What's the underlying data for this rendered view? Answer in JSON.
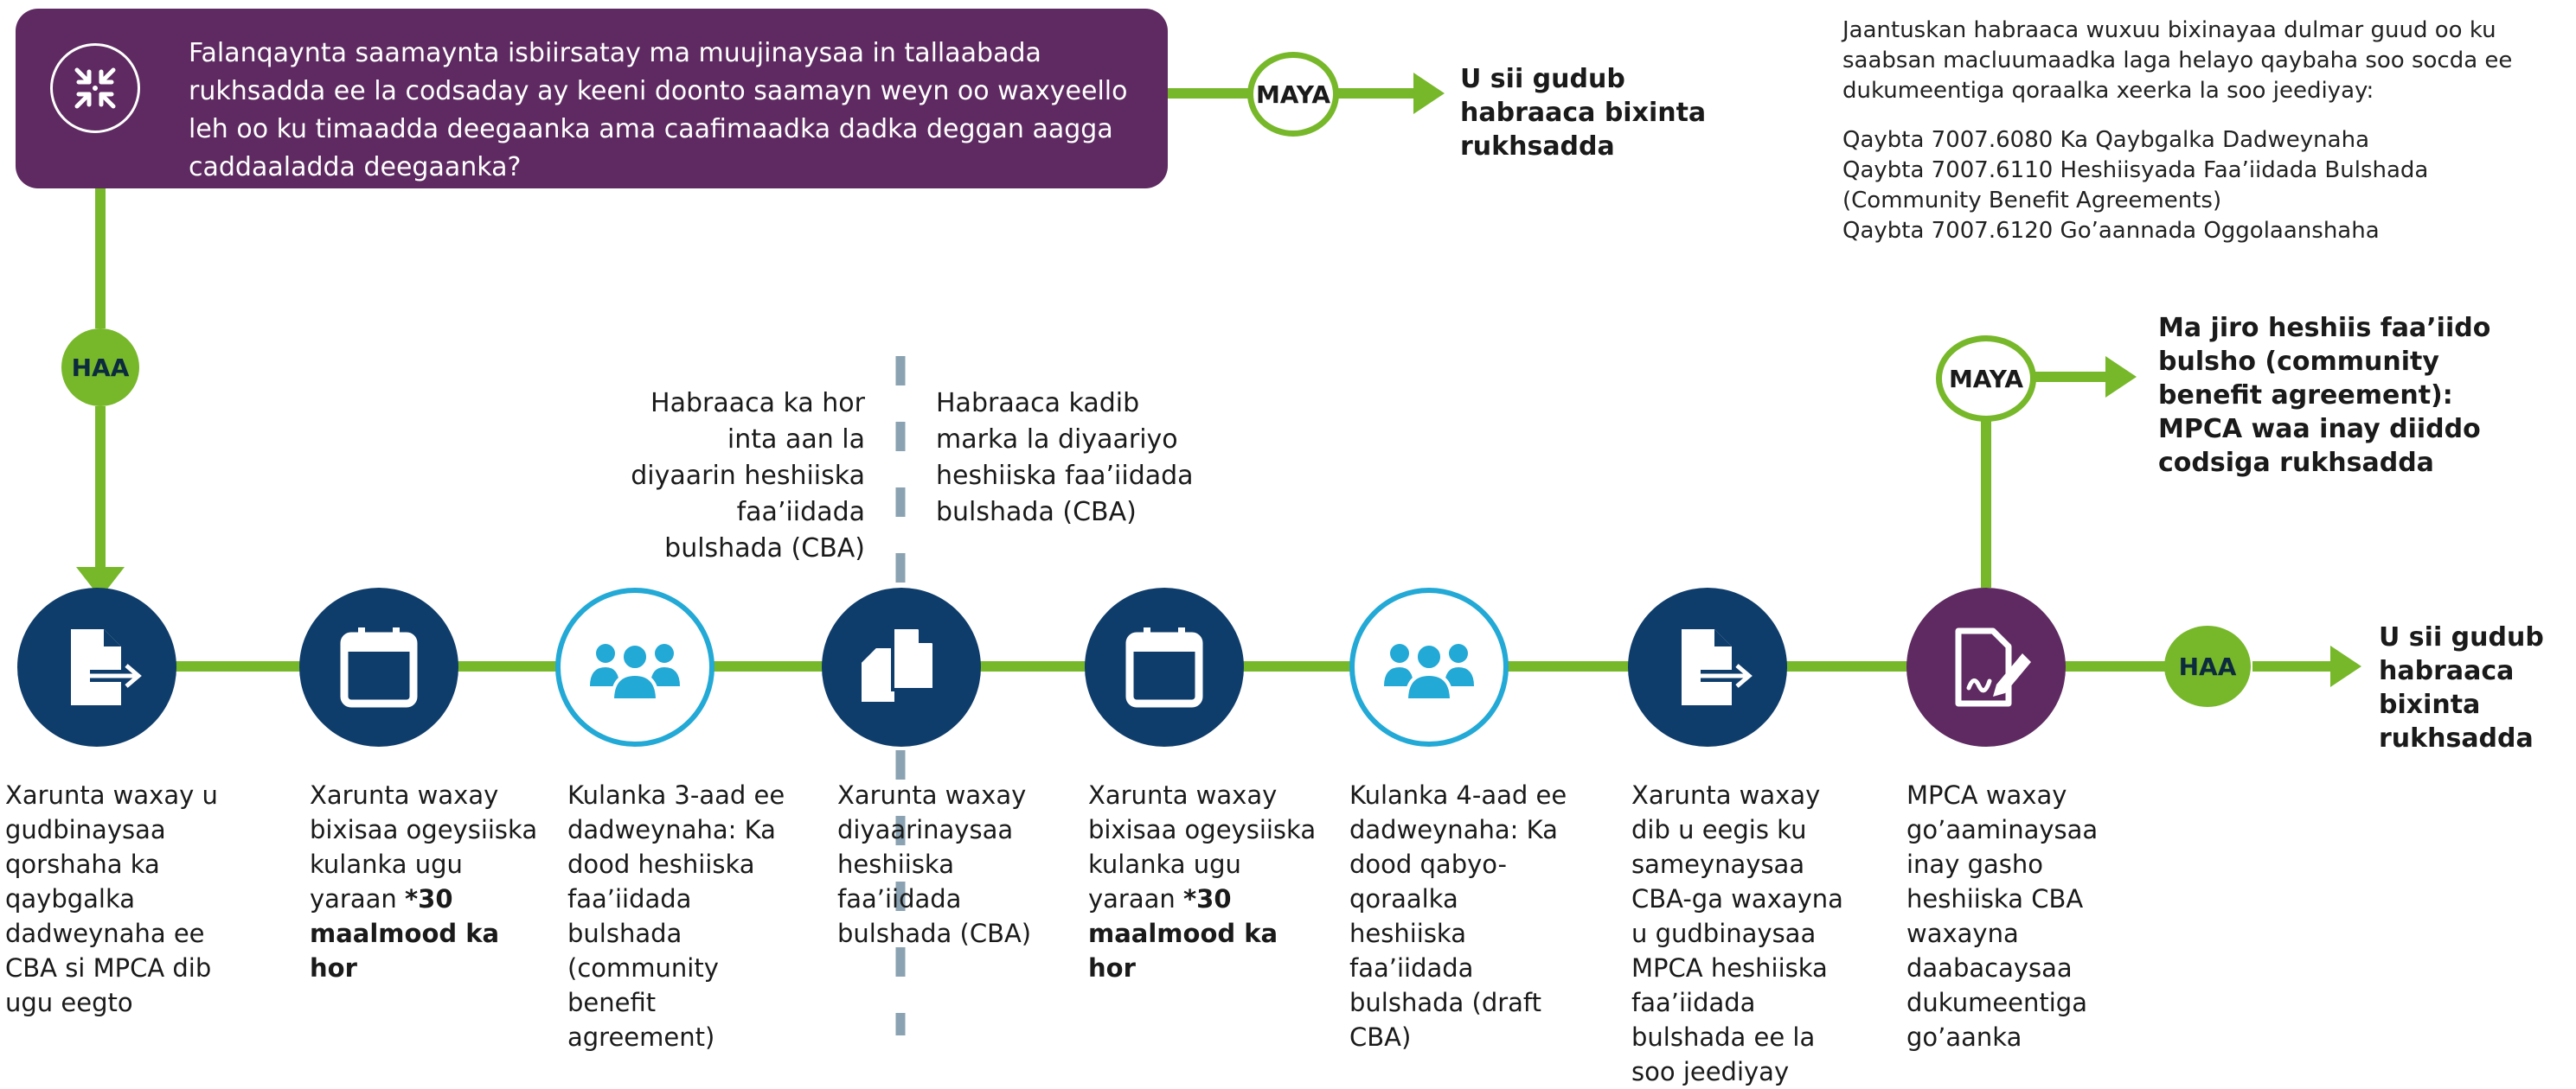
{
  "question": {
    "text": "Falanqaynta saamaynta isbiirsatay ma muujinaysaa in tallaabada rukhsadda ee la codsaday ay keeni doonto saamayn weyn oo waxyeello leh oo ku timaadda deegaanka ama caafimaadka dadka deggan aagga caddaaladda deegaanka?",
    "icon": "arrows-inward-icon"
  },
  "top_no": {
    "label": "MAYA",
    "outcome": "U sii gudub habraaca bixinta rukhsadda"
  },
  "left_yes": {
    "label": "HAA"
  },
  "note": {
    "intro": "Jaantuskan habraaca wuxuu bixinayaa dulmar guud oo ku saabsan macluumaadka laga helayo qaybaha soo socda ee dukumeentiga qoraalka xeerka la soo jeediyay:",
    "refs": [
      "Qaybta 7007.6080 Ka Qaybgalka Dadweynaha",
      "Qaybta 7007.6110 Heshiisyada Faa’iidada Bulshada (Community Benefit Agreements)",
      "Qaybta 7007.6120 Go’aannada Oggolaanshaha"
    ]
  },
  "phases": {
    "before": "Habraaca ka hor inta aan la diyaarin heshiiska faa’iidada bulshada (CBA)",
    "after": "Habraaca kadib marka la diyaariyo heshiiska faa’iidada bulshada (CBA)"
  },
  "right_no": {
    "label": "MAYA",
    "outcome": "Ma jiro heshiis faa’iido bulsho (community benefit agreement): MPCA waa inay diiddo codsiga rukhsadda"
  },
  "right_yes": {
    "label": "HAA",
    "outcome": "U sii gudub habraaca bixinta rukhsadda"
  },
  "steps": [
    {
      "icon": "document-arrow-icon",
      "text": "Xarunta waxay u gudbinaysaa qorshaha ka qaybgalka dadweynaha ee CBA si MPCA dib ugu eegto",
      "bold": ""
    },
    {
      "icon": "calendar-icon",
      "text": "Xarunta waxay bixisaa ogeysiiska kulanka ugu yaraan ",
      "bold": "*30 maalmood ka hor"
    },
    {
      "icon": "people-icon",
      "text": "Kulanka 3-aad ee dadweynaha: Ka dood heshiiska faa’iidada bulshada (community benefit agreement)",
      "bold": ""
    },
    {
      "icon": "documents-copy-icon",
      "text": "Xarunta waxay diyaarinaysaa heshiiska faa’iidada bulshada (CBA)",
      "bold": ""
    },
    {
      "icon": "calendar-icon",
      "text": "Xarunta waxay bixisaa ogeysiiska kulanka ugu yaraan ",
      "bold": "*30 maalmood ka hor"
    },
    {
      "icon": "people-icon",
      "text": "Kulanka 4-aad ee dadweynaha: Ka dood qabyo-qoraalka heshiiska faa’iidada bulshada (draft CBA)",
      "bold": ""
    },
    {
      "icon": "document-arrow-icon",
      "text": "Xarunta waxay dib u eegis ku sameynaysaa CBA-ga waxayna u gudbinaysaa MPCA heshiiska faa’iidada bulshada ee la soo jeediyay",
      "bold": ""
    },
    {
      "icon": "document-signature-icon",
      "text": "MPCA waxay go’aaminaysaa inay gasho heshiiska CBA waxayna daabacaysaa dukumeentiga go’aanka",
      "bold": ""
    }
  ],
  "colors": {
    "purple": "#5e2a61",
    "navy": "#0f3d6b",
    "teal": "#23a9d6",
    "green": "#77b82a",
    "divider": "#8aa2b2"
  }
}
